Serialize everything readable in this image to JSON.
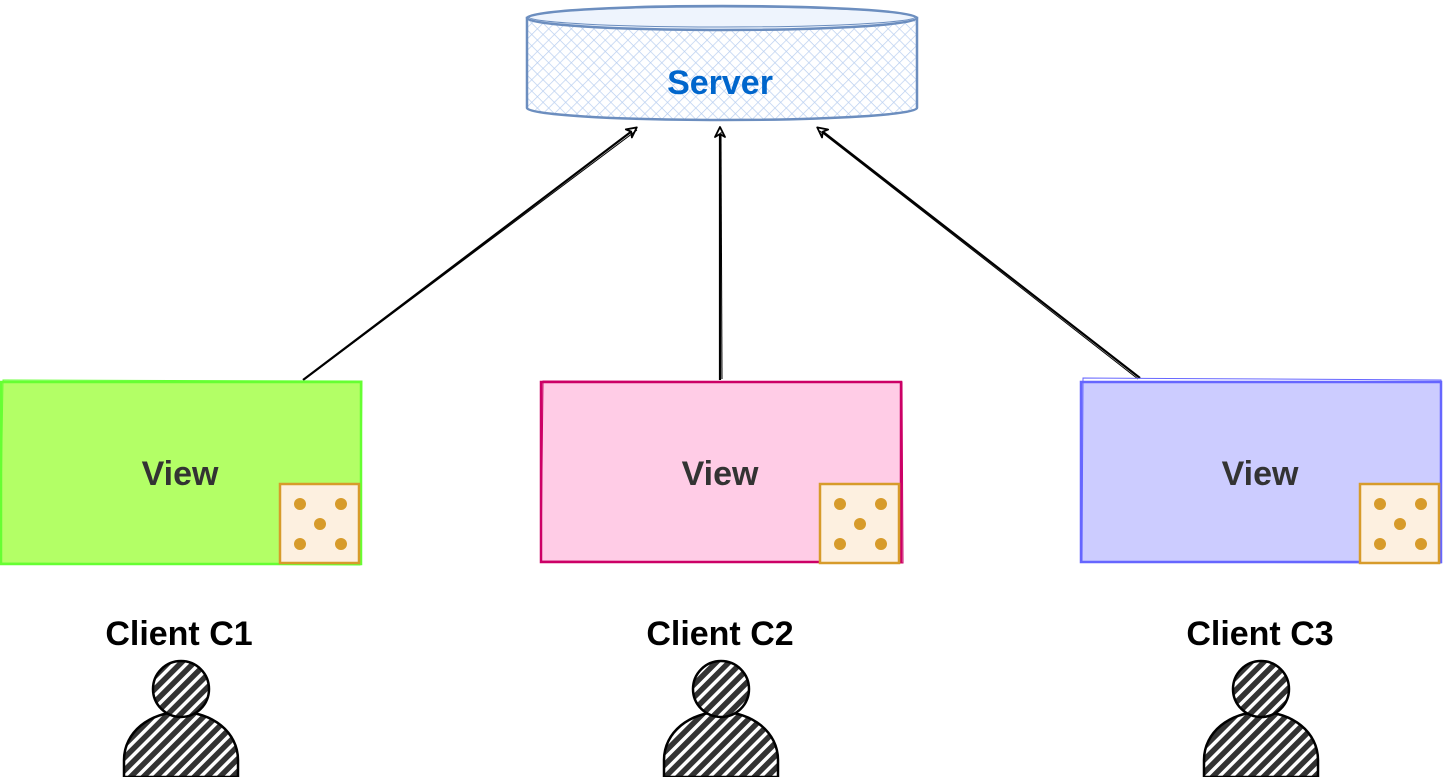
{
  "colors": {
    "server_stroke": "#6c8ebf",
    "server_fill": "#dae8fc",
    "server_text": "#0066cc",
    "view_text": "#333333",
    "client1_fill": "#b3ff66",
    "client1_stroke": "#66ff33",
    "client2_fill": "#ffcce6",
    "client2_stroke": "#cc0066",
    "client3_fill": "#ccccff",
    "client3_stroke": "#6666ff",
    "dice_fill": "#fdf0e0",
    "dice_stroke": "#d79b2b",
    "dice_dot": "#d79b2b",
    "arrow": "#000000",
    "person_fill": "#333333"
  },
  "server": {
    "label": "Server",
    "icon": "database-cylinder-icon"
  },
  "clients": [
    {
      "view_label": "View",
      "client_label": "Client C1",
      "icon": "dice-icon",
      "person_icon": "user-icon"
    },
    {
      "view_label": "View",
      "client_label": "Client C2",
      "icon": "dice-icon",
      "person_icon": "user-icon"
    },
    {
      "view_label": "View",
      "client_label": "Client C3",
      "icon": "dice-icon",
      "person_icon": "user-icon"
    }
  ]
}
